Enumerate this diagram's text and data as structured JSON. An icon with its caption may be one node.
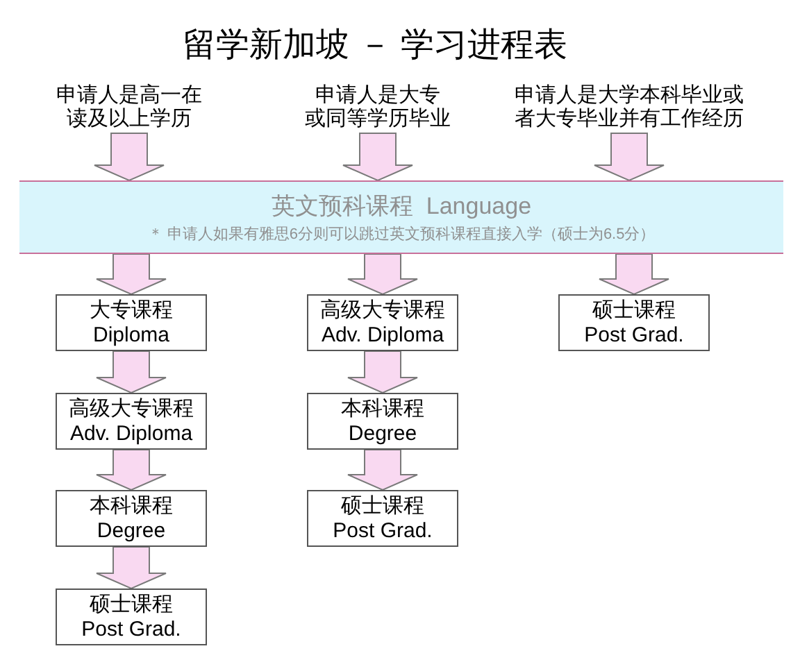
{
  "diagram": {
    "title": "留学新加坡 － 学习进程表",
    "nodes": [
      {
        "text": [
          "申请人是高一在读及以上学历"
        ]
      },
      {
        "text": [
          "申请人是大专或同等学历毕业"
        ]
      },
      {
        "text": [
          "申请人是大学本科毕业或者大专毕业并有工作经历"
        ]
      },
      {
        "text": [
          "英文预科课程  Language",
          "＊ 申请人如果有雅思6分则可以跳过英文预科课程直接入学（硕士为6.5分）"
        ]
      },
      {
        "text": [
          "大专课程 Diploma"
        ]
      },
      {
        "text": [
          "高级大专课程 Adv. Diploma"
        ]
      },
      {
        "text": [
          "本科课程 Degree"
        ]
      },
      {
        "text": [
          "硕士课程 Post Grad."
        ]
      },
      {
        "text": [
          "高级大专课程 Adv. Diploma"
        ]
      },
      {
        "text": [
          "本科课程 Degree"
        ]
      },
      {
        "text": [
          "硕士课程 Post Grad."
        ]
      },
      {
        "text": [
          "硕士课程 Post Grad."
        ]
      }
    ],
    "edges": [
      {
        "from": 0,
        "to": 3,
        "arrow": "to"
      },
      {
        "from": 1,
        "to": 3,
        "arrow": "to"
      },
      {
        "from": 2,
        "to": 3,
        "arrow": "to"
      },
      {
        "from": 3,
        "to": 4,
        "arrow": "to"
      },
      {
        "from": 3,
        "to": 8,
        "arrow": "to"
      },
      {
        "from": 3,
        "to": 11,
        "arrow": "to"
      },
      {
        "from": 4,
        "to": 5,
        "arrow": "to"
      },
      {
        "from": 5,
        "to": 6,
        "arrow": "to"
      },
      {
        "from": 6,
        "to": 7,
        "arrow": "to"
      },
      {
        "from": 8,
        "to": 9,
        "arrow": "to"
      },
      {
        "from": 9,
        "to": 10,
        "arrow": "to"
      }
    ]
  }
}
